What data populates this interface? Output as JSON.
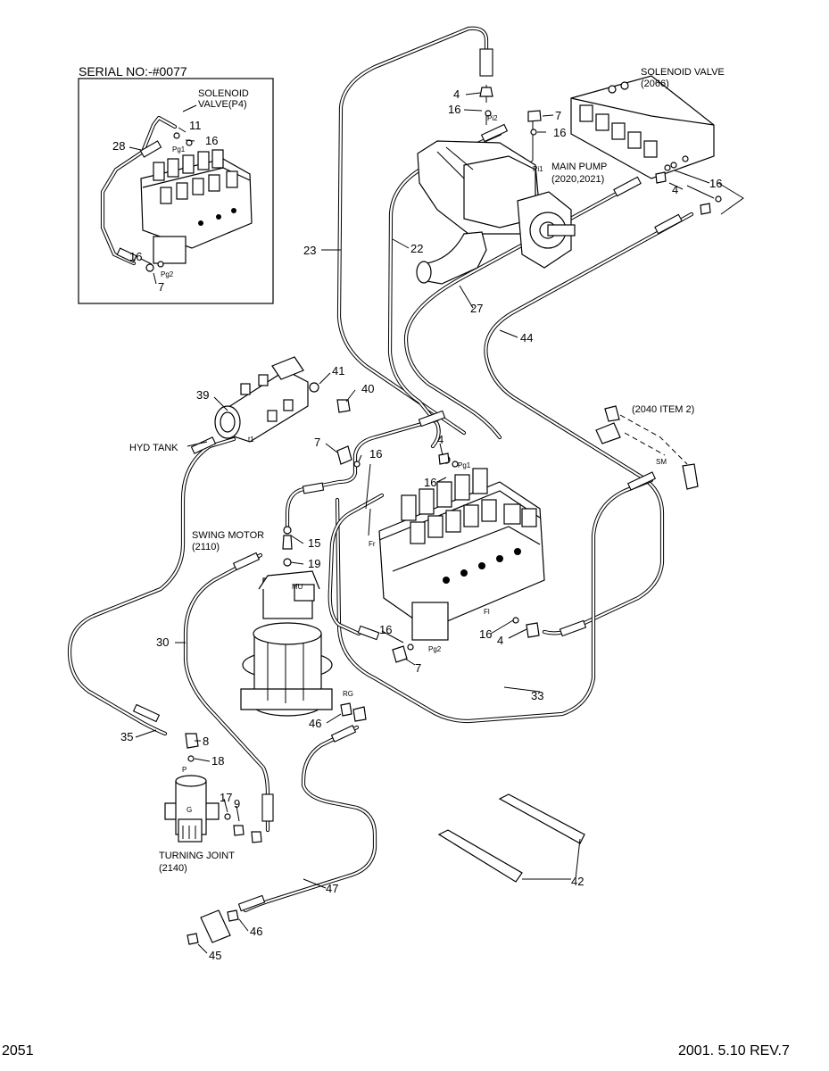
{
  "inset": {
    "serial": "SERIAL NO:-#0077",
    "solenoid_label_1": "SOLENOID",
    "solenoid_label_2": "VALVE(P4)",
    "port_pg1": "Pg1",
    "port_pg2": "Pg2",
    "callouts": {
      "c11": "11",
      "c16a": "16",
      "c28": "28",
      "c16b": "16",
      "c7": "7"
    }
  },
  "labels": {
    "solenoid_valve_1": "SOLENOID VALVE",
    "solenoid_valve_2": "(2066)",
    "main_pump_1": "MAIN PUMP",
    "main_pump_2": "(2020,2021)",
    "hyd_tank": "HYD TANK",
    "swing_motor_1": "SWING MOTOR",
    "swing_motor_2": "(2110)",
    "turning_joint_1": "TURNING JOINT",
    "turning_joint_2": "(2140)",
    "item_2040": "(2040 ITEM 2)"
  },
  "ports": {
    "pi2": "Pi2",
    "pi1": "Pi1",
    "pg1": "Pg1",
    "pg2": "Pg2",
    "fr": "Fr",
    "fl": "Fl",
    "sm": "SM",
    "t1": "t1",
    "rg": "RG",
    "p": "P",
    "g": "G",
    "mu": "MU"
  },
  "callouts": {
    "c4a": "4",
    "c16a": "16",
    "c7a": "7",
    "c16b": "16",
    "c4b": "4",
    "c16c": "16",
    "c23": "23",
    "c22": "22",
    "c27": "27",
    "c44": "44",
    "c41": "41",
    "c40": "40",
    "c39": "39",
    "c7b": "7",
    "c16d": "16",
    "c4c": "4",
    "c16e": "16",
    "c15": "15",
    "c19": "19",
    "c16f": "16",
    "c7c": "7",
    "c16g": "16",
    "c4d": "4",
    "c30": "30",
    "c33": "33",
    "c46a": "46",
    "c35": "35",
    "c8": "8",
    "c18": "18",
    "c17": "17",
    "c9": "9",
    "c47": "47",
    "c46b": "46",
    "c45": "45",
    "c42": "42"
  },
  "footer": {
    "page_number": "2051",
    "revision": "2001. 5.10 REV.7"
  }
}
